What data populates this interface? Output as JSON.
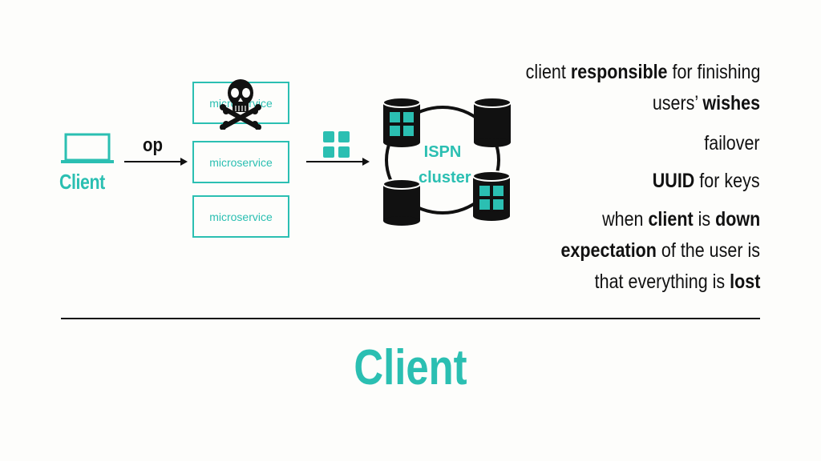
{
  "diagram": {
    "client_label": "Client",
    "op_label": "op",
    "microservices": [
      "microservice",
      "microservice",
      "microservice"
    ],
    "cluster_label_line1": "ISPN",
    "cluster_label_line2": "cluster",
    "icons": [
      "laptop-icon",
      "skull-crossbones-icon",
      "grid-squares-icon",
      "database-icon"
    ],
    "accent_color": "#2bbfb2"
  },
  "bullets": [
    {
      "parts": [
        {
          "t": "client ",
          "b": false
        },
        {
          "t": "responsible",
          "b": true
        },
        {
          "t": " for finishing",
          "b": false
        }
      ]
    },
    {
      "parts": [
        {
          "t": "users’ ",
          "b": false
        },
        {
          "t": "wishes",
          "b": true
        }
      ]
    },
    {
      "parts": [
        {
          "t": "failover",
          "b": false
        }
      ]
    },
    {
      "parts": [
        {
          "t": "UUID",
          "b": true
        },
        {
          "t": " for keys",
          "b": false
        }
      ]
    },
    {
      "parts": [
        {
          "t": "when ",
          "b": false
        },
        {
          "t": "client",
          "b": true
        },
        {
          "t": " is ",
          "b": false
        },
        {
          "t": "down",
          "b": true
        }
      ]
    },
    {
      "parts": [
        {
          "t": "expectation",
          "b": true
        },
        {
          "t": " of the user is",
          "b": false
        }
      ]
    },
    {
      "parts": [
        {
          "t": "that everything is ",
          "b": false
        },
        {
          "t": "lost",
          "b": true
        }
      ]
    }
  ],
  "title": "Client"
}
